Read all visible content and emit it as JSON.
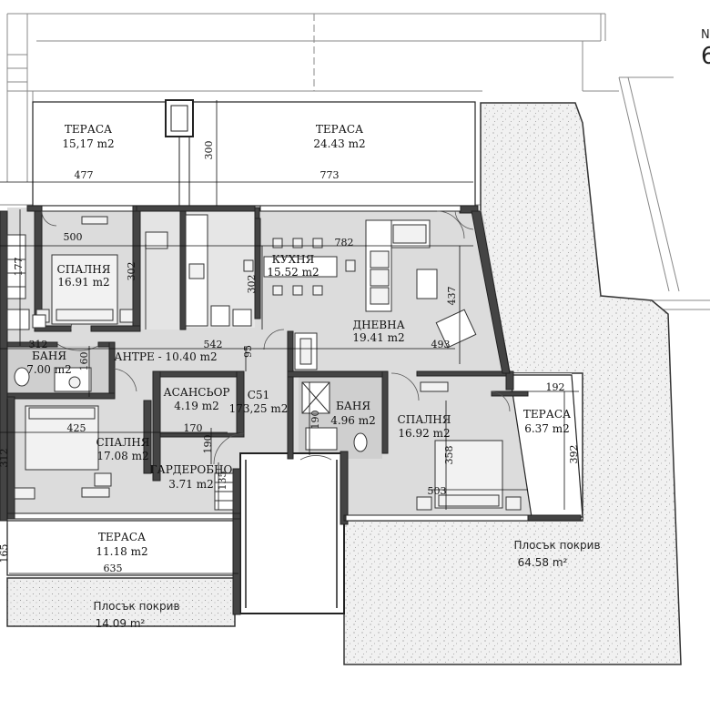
{
  "north": {
    "letter": "N",
    "partial": "6"
  },
  "rooms": {
    "terrace_1": {
      "name": "ТЕРАСА",
      "area": "15,17 m2"
    },
    "terrace_2": {
      "name": "ТЕРАСА",
      "area": "24.43 m2"
    },
    "bedroom_1": {
      "name": "СПАЛНЯ",
      "area": "16.91 m2"
    },
    "kitchen": {
      "name": "КУХНЯ",
      "area": "15.52 m2"
    },
    "living": {
      "name": "ДНЕВНА",
      "area": "19.41 m2"
    },
    "hall": {
      "label": "АНТРЕ - 10.40 m2"
    },
    "bath_1": {
      "name": "БАНЯ",
      "area": "7.00 m2"
    },
    "elevator": {
      "name": "АСАНСЬОР",
      "area": "4.19 m2"
    },
    "unit": {
      "name": "C51",
      "area": "173,25 m2"
    },
    "bath_2": {
      "name": "БАНЯ",
      "area": "4.96 m2"
    },
    "bedroom_3": {
      "name": "СПАЛНЯ",
      "area": "16.92 m2"
    },
    "terrace_3": {
      "name": "ТЕРАСА",
      "area": "6.37 m2"
    },
    "bedroom_2": {
      "name": "СПАЛНЯ",
      "area": "17.08 m2"
    },
    "wardrobe": {
      "name": "ГАРДЕРОБНО",
      "area": "3.71 m2"
    },
    "terrace_4": {
      "name": "ТЕРАСА",
      "area": "11.18 m2"
    },
    "roof_1": {
      "name": "Плосък покрив",
      "area": "14.09 m²"
    },
    "roof_2": {
      "name": "Плосък покрив",
      "area": "64.58 m²"
    }
  },
  "dimensions": {
    "d477": "477",
    "d773": "773",
    "d300": "300",
    "d500": "500",
    "d782": "782",
    "d302a": "302",
    "d302b": "302",
    "d177": "177",
    "d437": "437",
    "d542": "542",
    "d312a": "312",
    "d160": "160",
    "d95": "95",
    "d493": "493",
    "d192": "192",
    "d425": "425",
    "d170": "170",
    "d190a": "190",
    "d190b": "190",
    "d135": "135",
    "d358": "358",
    "d392": "392",
    "d503": "503",
    "d312b": "312",
    "d165": "165",
    "d635": "635"
  }
}
